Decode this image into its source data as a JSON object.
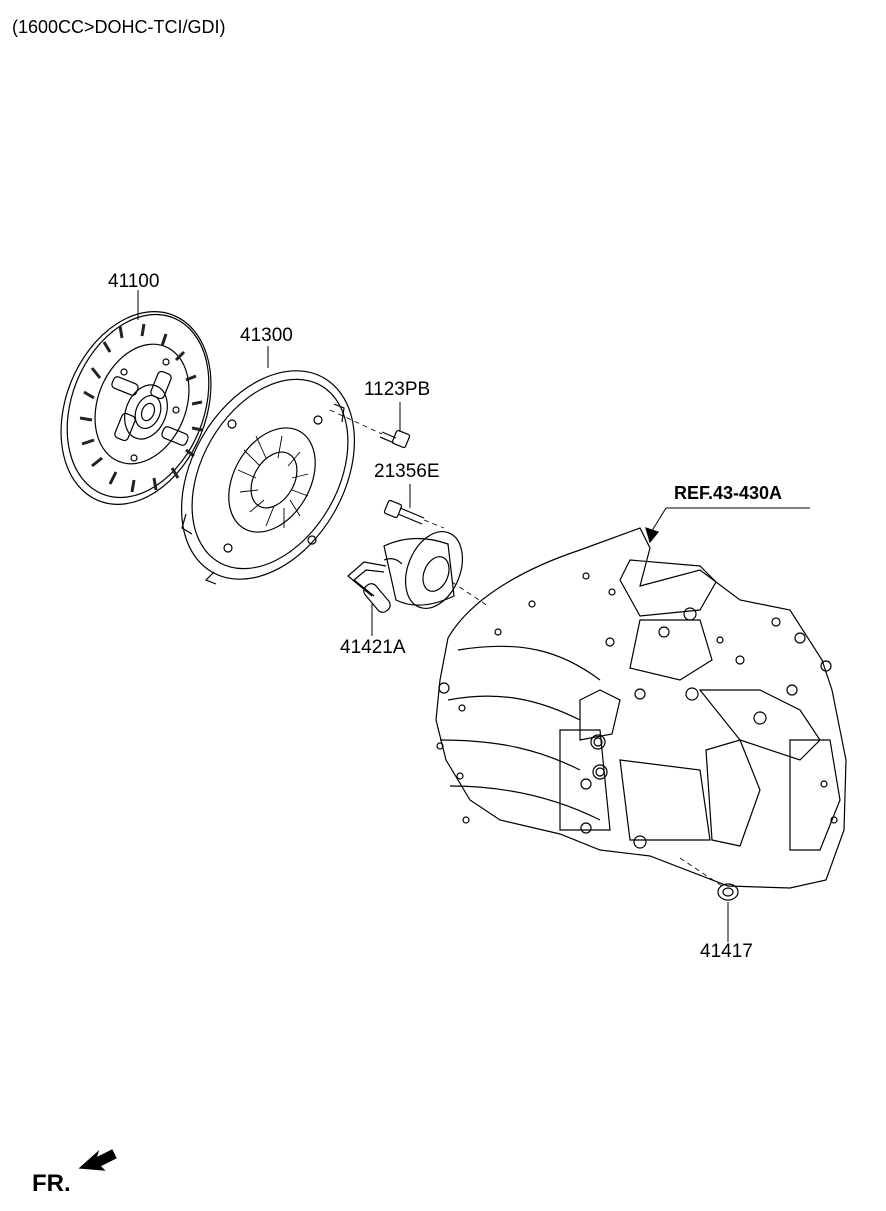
{
  "header": {
    "engine_spec": "(1600CC>DOHC-TCI/GDI)"
  },
  "parts": [
    {
      "number": "41100"
    },
    {
      "number": "41300"
    },
    {
      "number": "1123PB"
    },
    {
      "number": "21356E"
    },
    {
      "number": "41421A"
    },
    {
      "number": "41417"
    }
  ],
  "reference": {
    "label": "REF.43-430A"
  },
  "orientation": {
    "label": "FR."
  }
}
